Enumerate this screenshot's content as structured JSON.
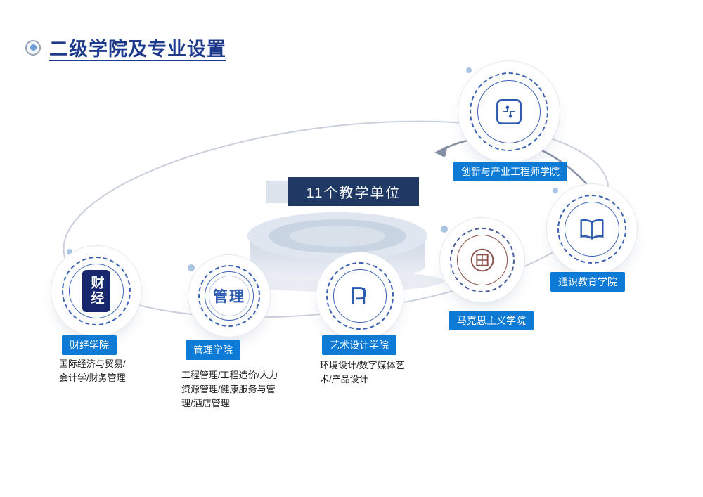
{
  "slide": {
    "title": "二级学院及专业设置",
    "banner": "11个教学单位"
  },
  "colleges": [
    {
      "label": "财经学院",
      "majors": "国际经济与贸易/会计学/财务管理",
      "emblem_text": "财经"
    },
    {
      "label": "管理学院",
      "majors": "工程管理/工程造价/人力资源管理/健康服务与管理/酒店管理",
      "emblem_text": "管理"
    },
    {
      "label": "艺术设计学院",
      "majors": "环境设计/数字媒体艺术/产品设计",
      "emblem": "monogram-icon"
    },
    {
      "label": "马克思主义学院",
      "emblem": "round-seal-icon"
    },
    {
      "label": "通识教育学院",
      "emblem": "open-book-icon"
    },
    {
      "label": "创新与产业工程师学院",
      "emblem": "circuit-board-icon"
    }
  ],
  "colors": {
    "title": "#1e3a8c",
    "banner_bg": "#1f3864",
    "label_bg": "#0d7bd6",
    "emblem_blue": "#2d5bb0",
    "seal_maroon": "#8a4f4a"
  }
}
